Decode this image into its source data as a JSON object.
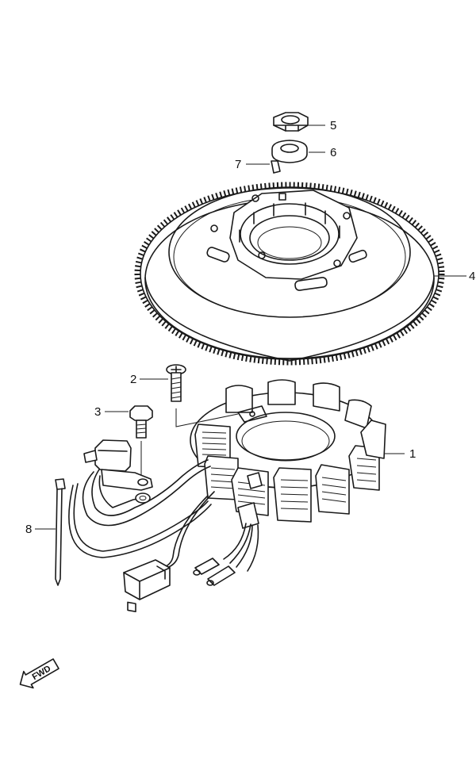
{
  "callouts": [
    {
      "id": "stator",
      "label": "1"
    },
    {
      "id": "stator-screw",
      "label": "2"
    },
    {
      "id": "pulser-bolt",
      "label": "3"
    },
    {
      "id": "flywheel",
      "label": "4"
    },
    {
      "id": "flywheel-nut",
      "label": "5"
    },
    {
      "id": "washer",
      "label": "6"
    },
    {
      "id": "key",
      "label": "7"
    },
    {
      "id": "clamp",
      "label": "8"
    }
  ],
  "fwd_indicator": {
    "label": "FWD",
    "icon": "fwd-arrow-icon"
  }
}
